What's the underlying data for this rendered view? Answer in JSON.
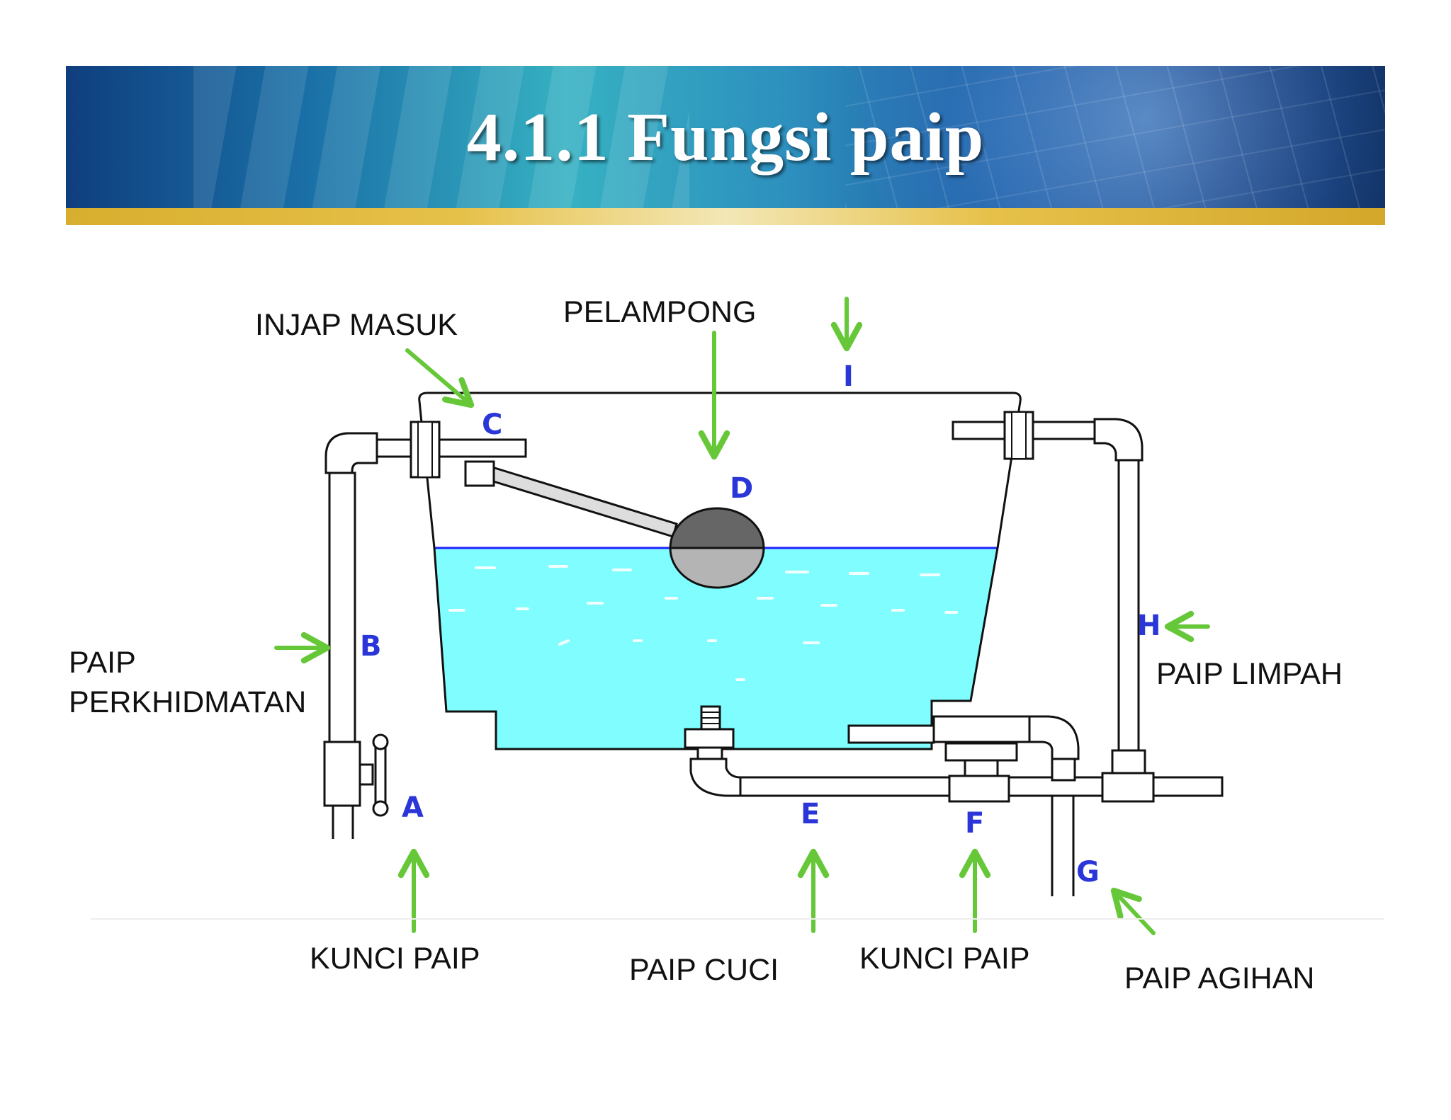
{
  "title": "4.1.1 Fungsi paip",
  "labels": {
    "injap_masuk": "INJAP MASUK",
    "pelampong": "PELAMPONG",
    "paip_perkhidmatan_1": "PAIP",
    "paip_perkhidmatan_2": "PERKHIDMATAN",
    "paip_limpah": "PAIP LIMPAH",
    "kunci_paip_left": "KUNCI PAIP",
    "paip_cuci": "PAIP CUCI",
    "kunci_paip_right": "KUNCI PAIP",
    "paip_agihan": "PAIP AGIHAN"
  },
  "letters": {
    "A": "A",
    "B": "B",
    "C": "C",
    "D": "D",
    "E": "E",
    "F": "F",
    "G": "G",
    "H": "H",
    "I": "I"
  },
  "colors": {
    "water": "#80feff",
    "arrow": "#66c838",
    "letter": "#2a36d8",
    "gold_bar": "#e6c14a",
    "banner": "#1b5a9e"
  }
}
